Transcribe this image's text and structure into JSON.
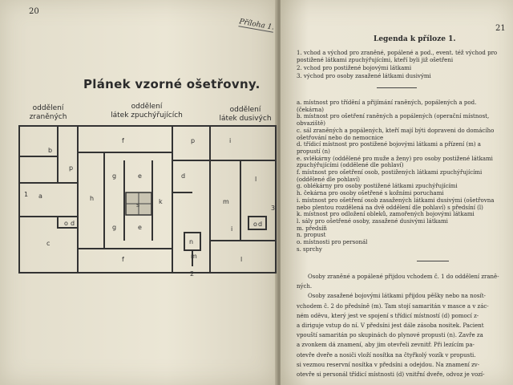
{
  "left_page": {
    "page_number": "20",
    "tag": "Příloha 1.",
    "title": "Plánek vzorné ošetřovny.",
    "departments": [
      {
        "line1": "oddělení",
        "line2": "zraněných"
      },
      {
        "line1": "oddělení",
        "line2": "látek zpuchýřujících"
      },
      {
        "line1": "oddělení",
        "line2": "látek dusivých"
      }
    ],
    "room_labels": {
      "a": "a",
      "b": "b",
      "c": "c",
      "d": "d",
      "e": "e",
      "f": "f",
      "g": "g",
      "h": "h",
      "i": "i",
      "k": "k",
      "l": "l",
      "m": "m",
      "n": "n",
      "o": "o",
      "p": "p",
      "s": "s",
      "one": "1",
      "two": "2",
      "three": "3"
    }
  },
  "right_page": {
    "page_number": "21",
    "legend_title": "Legenda k příloze 1.",
    "entrances": [
      "1. vchod a východ pro zraněné, popálené a pod., event. též východ pro",
      "    postižené látkami zpuchýřujícími, kteří byli již ošetřeni",
      "2. vchod pro postižené bojovými látkami",
      "3. východ pro osoby zasažené látkami dusivými"
    ],
    "rooms": [
      "a. místnost pro třídění a přijímání raněných, popálených a pod.",
      "    (čekárna)",
      "b. místnost pro ošetření raněných a popálených (operační místnost,",
      "    obvaziště)",
      "c. sál zraněných a popálených, kteří mají býti dopraveni do domácího",
      "    ošetřování nebo do nemocnice",
      "d. třídicí místnost pro postižené bojovými látkami a přízení (m) a",
      "    propustí (n)",
      "e. svlékárny (oddělené pro muže a ženy) pro osoby postižené látkami",
      "    zpuchýřujícími (oddělené dle pohlaví)",
      "f. místnost pro ošetření osob, postižených látkami zpuchýřujícími",
      "    (oddělené dle pohlaví)",
      "g. oblékárny pro osoby postižené látkami zpuchýřujícími",
      "h. čekárna pro osoby ošetřené s kožními poruchami",
      "i. místnost pro ošetření osob zasažených látkami dusivými (ošetřovna",
      "    nebo plentou rozdělená na dvě oddělení dle pohlaví) s předsíní (l)",
      "k. místnost pro odložení obleků, zamořených bojovými látkami",
      "l. sály pro ošetřené osoby, zasažené dusivými látkami",
      "m. předsíň",
      "n. propust",
      "o. místnosti pro personál",
      "s. sprchy"
    ],
    "paragraphs": [
      "Osoby zraněné a popálené přijdou vchodem č. 1 do oddělení zraně-",
      "ných.",
      "Osoby zasažené bojovými látkami přijdou pěšky nebo na nosít-",
      "vchodem č. 2 do předsíně (m). Tam stojí samaritán v masce a v zác-",
      "ném oděvu, který jest ve spojení s třídicí místností (d) pomocí z-",
      "a diriguje vstup do ní. V předsíni jest dále zásoba nositek. Pacient",
      "vpouští samaritán po skupinách do plynové propusti (n). Zavře za",
      "a zvonkem dá znamení, aby jim otevřeli zevnitř. Při lezícím pa-",
      "otevře dveře a nosiči vloží nosítka na čtyřkolý vozík v propusti.",
      "si vezmou reservní nosítka v předsíni a odejdou. Na znamení zv-",
      "otevře si personál třídicí místnosti (d) vnitřní dveře, odvoz je vozí-"
    ]
  }
}
